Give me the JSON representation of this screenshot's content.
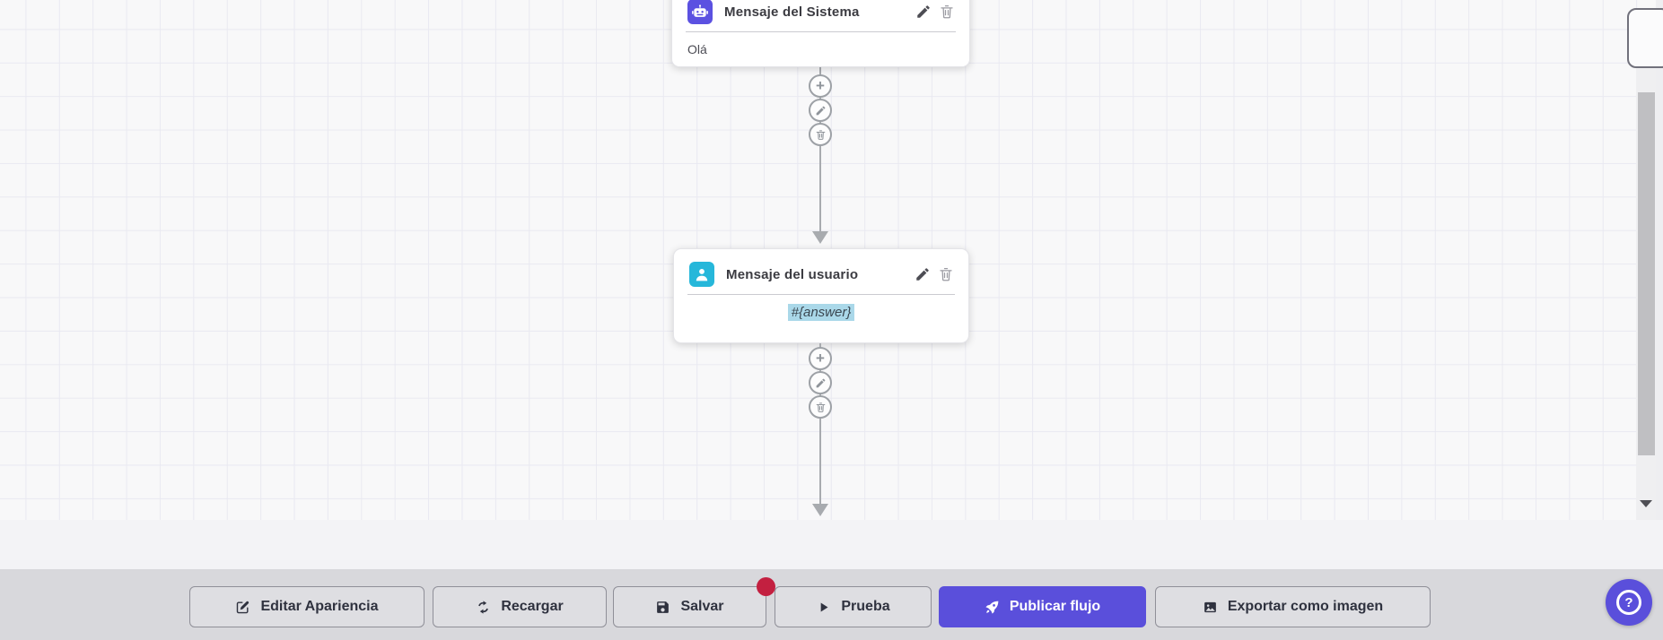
{
  "flow": {
    "nodes": [
      {
        "title": "Mensaje del Sistema",
        "content": "Olá",
        "icon": "robot-icon"
      },
      {
        "title": "Mensaje del usuario",
        "content": "#{answer}",
        "icon": "user-icon"
      }
    ]
  },
  "connector": {
    "add_label": "+"
  },
  "toolbar": {
    "buttons": [
      {
        "label": "Editar Apariencia",
        "icon": "edit-square-icon"
      },
      {
        "label": "Recargar",
        "icon": "refresh-icon"
      },
      {
        "label": "Salvar",
        "icon": "save-icon",
        "has_badge": true
      },
      {
        "label": "Prueba",
        "icon": "play-icon"
      },
      {
        "label": "Publicar flujo",
        "icon": "rocket-icon",
        "primary": true
      },
      {
        "label": "Exportar como imagen",
        "icon": "image-icon"
      }
    ]
  },
  "help_button": {
    "label": "?"
  },
  "colors": {
    "primary": "#5a4fdb",
    "system_node_icon": "#5b51e1",
    "user_node_icon": "#26b7da",
    "badge": "#c32040",
    "content_highlight": "#aad8e9",
    "toolbar_bg": "#d8d8dc",
    "canvas_bg": "#f8f8f9"
  }
}
